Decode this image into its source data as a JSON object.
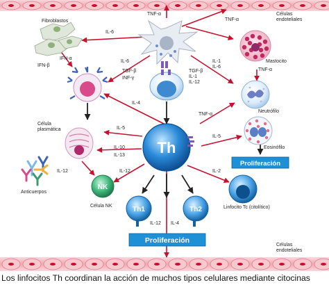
{
  "labels": {
    "fibroblastos": "Fibroblastos",
    "celulas_endoteliales_top": "Células\nendoteliales",
    "celulas_endoteliales_bottom": "Células\nendoteliales",
    "mastocito": "Mastocito",
    "neutrofilo": "Neutrófilo",
    "eosinofilo": "Eosinófilo",
    "celula_plasmatica": "Célula\nplasmática",
    "anticuerpos": "Anticuerpos",
    "celula_nk": "Célula NK",
    "linfocito_tc": "Linfocito Tc (citolítico)",
    "th": "Th",
    "th1": "Th1",
    "th2": "Th2",
    "nk": "NK"
  },
  "cytokines": {
    "tnf_top_left": "TNF-α",
    "tnf_top_right": "TNF-α",
    "il6_fibro": "IL-6",
    "ifn_alpha": "IFN-α",
    "ifn_beta": "IFN-β",
    "il6_apc": "IL-6",
    "tgf_left": "TGF-β",
    "inf_gamma": "INF-γ",
    "tgf_right": "TGF-β",
    "il1_apc": "IL-1",
    "il12_apc": "IL-12",
    "il1_il6": "IL-1\nIL-6",
    "tnf_mast": "TNF-α",
    "tnf_neutro": "TNF-α",
    "il4": "IL-4",
    "il5_left": "IL-5",
    "il5_right": "IL-5",
    "il10": "IL-10",
    "il13": "IL-13",
    "il12_left": "IL-12",
    "il12_nk": "IL-12",
    "il2": "IL-2",
    "il12_bottom": "IL-12",
    "il4_bottom": "IL-4"
  },
  "boxes": {
    "proliferacion_right": "Proliferación",
    "proliferacion_bottom": "Proliferación"
  },
  "caption": "Los linfocitos Th coordinan la acción de muchos tipos celulares mediante citocinas",
  "colors": {
    "arrow_red": "#c8102e",
    "vessel_pink": "#f4c2c8",
    "prolif_blue": "#1e90d6",
    "th_blue": "#1877c9"
  }
}
